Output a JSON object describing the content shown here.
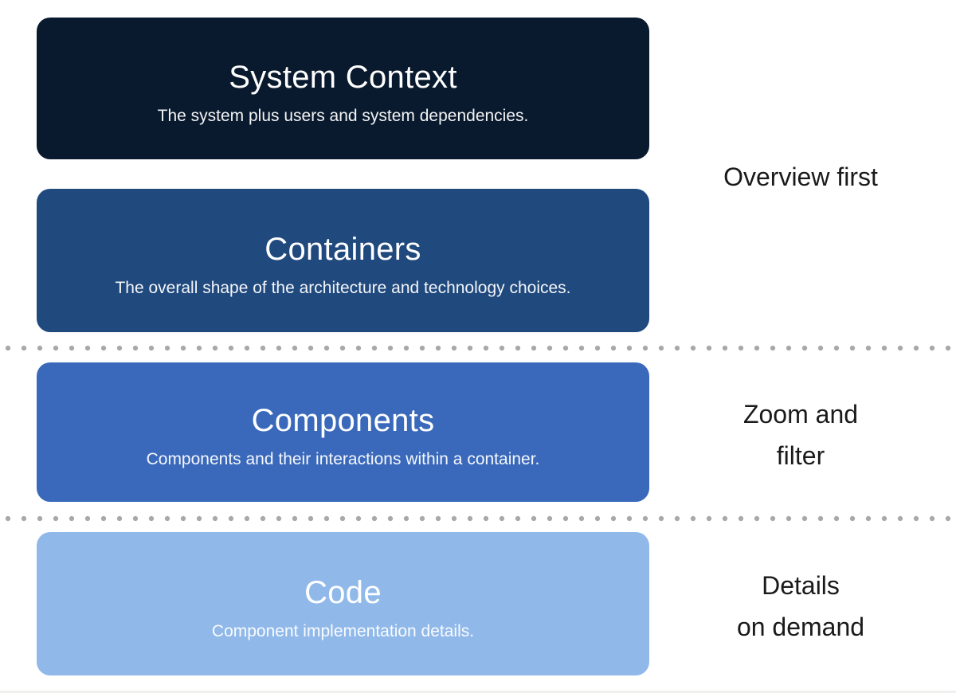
{
  "diagram": {
    "levels": [
      {
        "title": "System Context",
        "subtitle": "The system plus users and system dependencies.",
        "color": "#0a1a2e",
        "text_color": "#ffffff"
      },
      {
        "title": "Containers",
        "subtitle": "The overall shape of the architecture and technology choices.",
        "color": "#20497e",
        "text_color": "#ffffff"
      },
      {
        "title": "Components",
        "subtitle": "Components and their interactions within a container.",
        "color": "#3a69bb",
        "text_color": "#ffffff"
      },
      {
        "title": "Code",
        "subtitle": "Component implementation details.",
        "color": "#90b9ea",
        "text_color": "#ffffff"
      }
    ],
    "side_labels": [
      {
        "text": "Overview first"
      },
      {
        "text": "Zoom and\nfilter"
      },
      {
        "text": "Details\non demand"
      }
    ],
    "colors": {
      "divider_dot": "#a8a8a8",
      "label_text": "#1a1a1a",
      "background": "#ffffff"
    }
  }
}
